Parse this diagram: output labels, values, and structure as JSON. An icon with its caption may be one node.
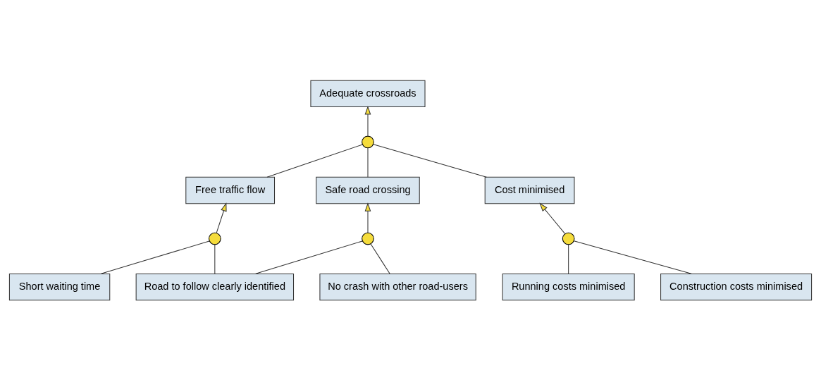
{
  "diagram": {
    "nodes": [
      {
        "text": [
          "Adequate crossroads"
        ]
      },
      {
        "text": [],
        "shape": "circle"
      },
      {
        "text": [
          "Free traffic flow"
        ]
      },
      {
        "text": [
          "Safe road crossing"
        ]
      },
      {
        "text": [
          "Cost minimised"
        ]
      },
      {
        "text": [],
        "shape": "circle"
      },
      {
        "text": [],
        "shape": "circle"
      },
      {
        "text": [],
        "shape": "circle"
      },
      {
        "text": [
          "Short waiting time"
        ]
      },
      {
        "text": [
          "No crash with other road-users"
        ]
      },
      {
        "text": [
          "Road to follow clearly identified"
        ]
      },
      {
        "text": [
          "Running costs minimised"
        ]
      },
      {
        "text": [
          "Construction costs minimised"
        ]
      }
    ],
    "edges": [
      {
        "from": 1,
        "to": 0,
        "arrow": "to"
      },
      {
        "from": 2,
        "to": 1,
        "arrow": "none"
      },
      {
        "from": 3,
        "to": 1,
        "arrow": "none"
      },
      {
        "from": 4,
        "to": 1,
        "arrow": "none"
      },
      {
        "from": 5,
        "to": 2,
        "arrow": "to"
      },
      {
        "from": 8,
        "to": 5,
        "arrow": "none"
      },
      {
        "from": 10,
        "to": 5,
        "arrow": "none"
      },
      {
        "from": 6,
        "to": 3,
        "arrow": "to"
      },
      {
        "from": 10,
        "to": 6,
        "arrow": "none"
      },
      {
        "from": 9,
        "to": 6,
        "arrow": "none"
      },
      {
        "from": 7,
        "to": 4,
        "arrow": "to"
      },
      {
        "from": 12,
        "to": 7,
        "arrow": "none"
      },
      {
        "from": 11,
        "to": 7,
        "arrow": "none"
      }
    ]
  }
}
